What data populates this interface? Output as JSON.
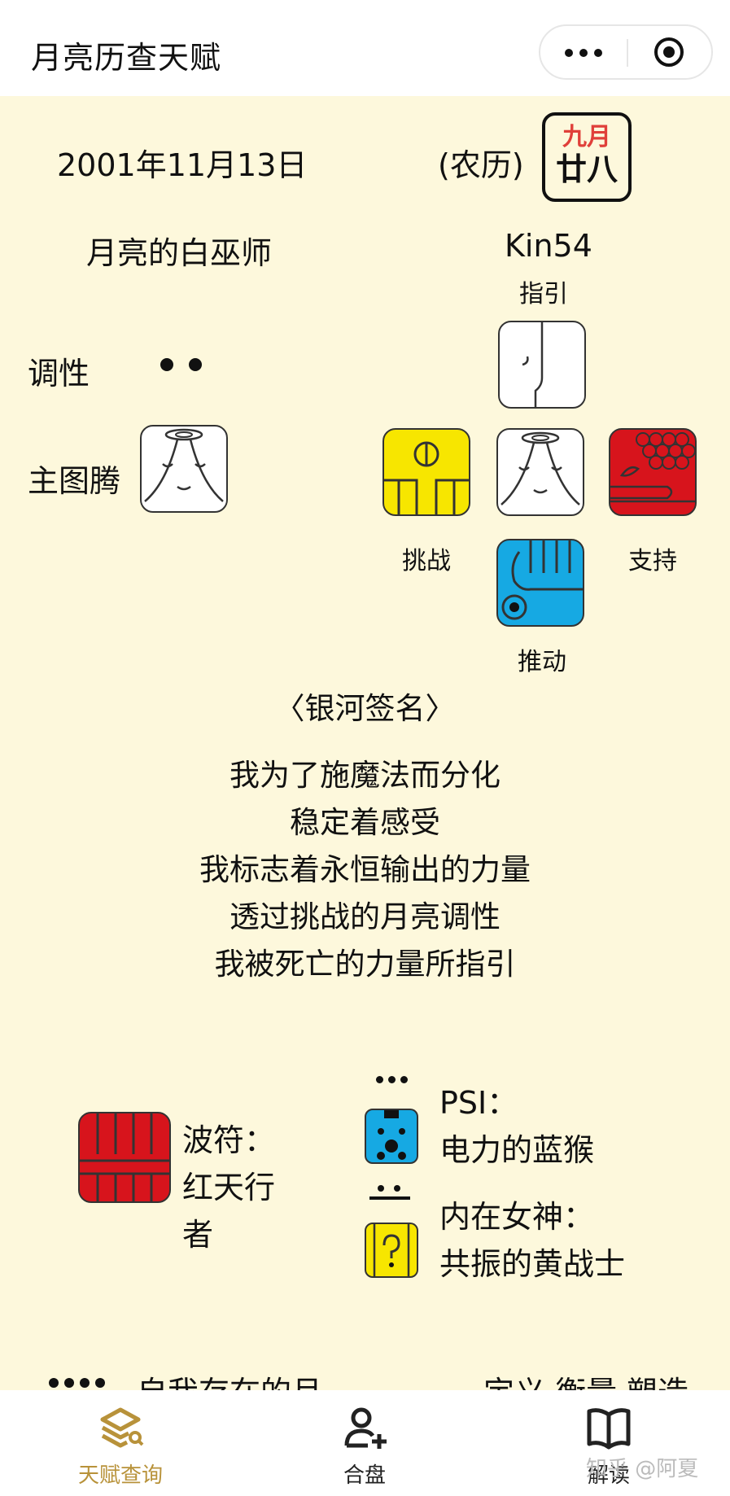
{
  "header": {
    "title": "月亮历查天赋"
  },
  "date": {
    "gregorian": "2001年11月13日",
    "lunar_label": "(农历)",
    "lunar_month": "九月",
    "lunar_day": "廿八"
  },
  "kin": {
    "name": "月亮的白巫师",
    "number": "Kin54"
  },
  "labels": {
    "guide": "指引",
    "tone": "调性",
    "main_totem": "主图腾",
    "challenge": "挑战",
    "support": "支持",
    "push": "推动"
  },
  "signature": {
    "title": "〈银河签名〉",
    "lines": [
      "我为了施魔法而分化",
      "稳定着感受",
      "我标志着永恒输出的力量",
      "透过挑战的月亮调性",
      "我被死亡的力量所指引"
    ]
  },
  "wavespell": {
    "label": "波符：",
    "value_line1": "红天行",
    "value_line2": "者"
  },
  "psi": {
    "label": "PSI：",
    "value": "电力的蓝猴"
  },
  "goddess": {
    "label": "内在女神：",
    "value": "共振的黄战士"
  },
  "bottom_cut": {
    "left": "自我存在的月",
    "right": "定义 衡量 塑造"
  },
  "tabs": [
    {
      "label": "天赋查询"
    },
    {
      "label": "合盘"
    },
    {
      "label": "解读"
    }
  ],
  "watermark": "知乎 @阿夏",
  "colors": {
    "active_tab": "#b8923a",
    "accent_red": "#e0403a",
    "background": "#fdf8dc"
  }
}
